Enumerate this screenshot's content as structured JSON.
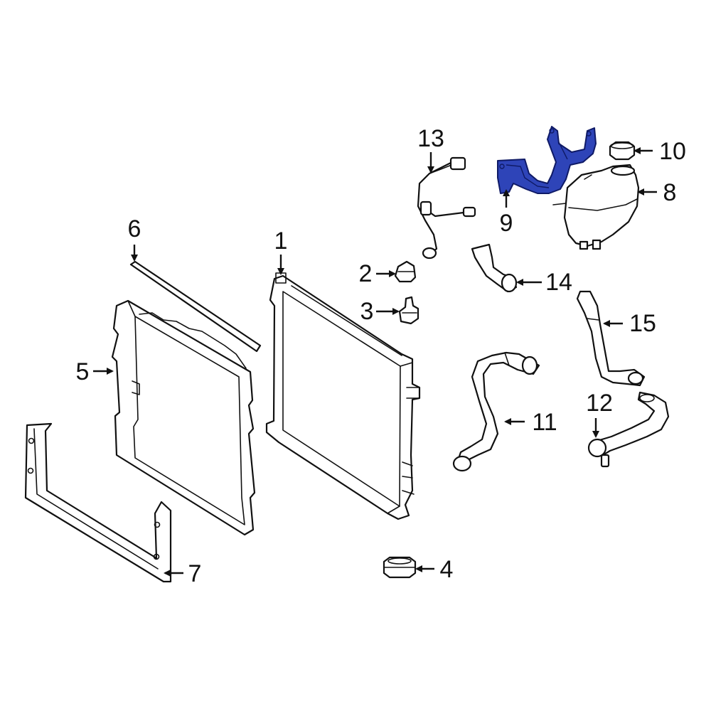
{
  "diagram": {
    "highlight_color": "#2e44b8",
    "callouts": [
      {
        "id": "1",
        "text": "1"
      },
      {
        "id": "2",
        "text": "2"
      },
      {
        "id": "3",
        "text": "3"
      },
      {
        "id": "4",
        "text": "4"
      },
      {
        "id": "5",
        "text": "5"
      },
      {
        "id": "6",
        "text": "6"
      },
      {
        "id": "7",
        "text": "7"
      },
      {
        "id": "8",
        "text": "8"
      },
      {
        "id": "9",
        "text": "9"
      },
      {
        "id": "10",
        "text": "10"
      },
      {
        "id": "11",
        "text": "11"
      },
      {
        "id": "12",
        "text": "12"
      },
      {
        "id": "13",
        "text": "13"
      },
      {
        "id": "14",
        "text": "14"
      },
      {
        "id": "15",
        "text": "15"
      }
    ]
  }
}
